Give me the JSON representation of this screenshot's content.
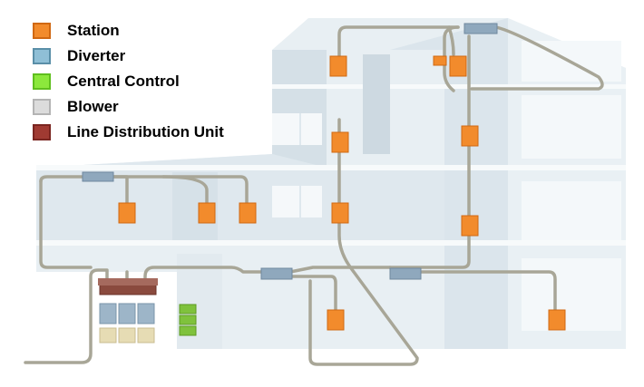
{
  "legend": [
    {
      "label": "Station",
      "color": "#f28b2c",
      "border": "#d06812"
    },
    {
      "label": "Diverter",
      "color": "#8fbfd6",
      "border": "#5a8fa8"
    },
    {
      "label": "Central Control",
      "color": "#8ce83c",
      "border": "#5fbf1e"
    },
    {
      "label": "Blower",
      "color": "#dcdcdc",
      "border": "#b4b4b4"
    },
    {
      "label": "Line Distribution Unit",
      "color": "#a03a32",
      "border": "#7a2520"
    }
  ],
  "colors": {
    "building_wall": "#e4ecf1",
    "building_dark": "#cfdbe3",
    "window": "#f3f7fa",
    "pipe": "#a8a697",
    "station": "#f28b2c",
    "diverter": "#8fa8bd",
    "control": "#7fc23c",
    "blower": "#e6dcb4",
    "ldu": "#8a4a3e"
  }
}
